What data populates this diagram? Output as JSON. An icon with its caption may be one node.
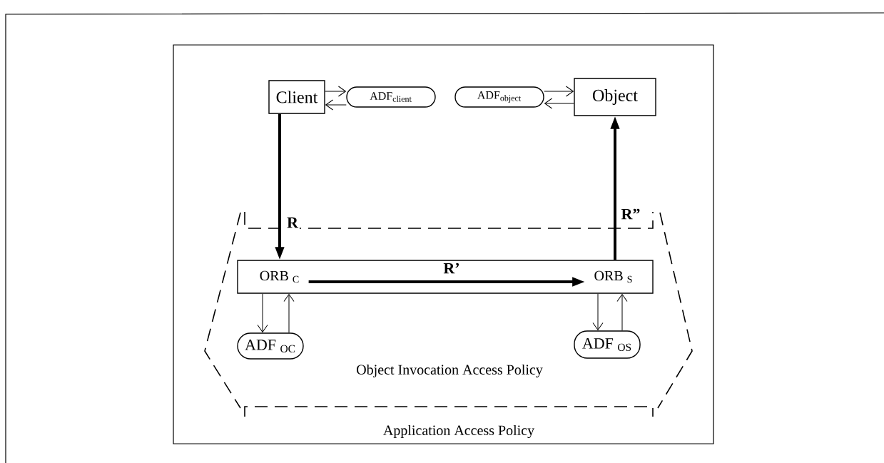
{
  "diagram": {
    "nodes": [
      {
        "text": [
          "Application Access Policy"
        ]
      },
      {
        "text": [
          "Object Invocation Access Policy"
        ],
        "in": 0
      },
      {
        "text": [
          "Client"
        ],
        "in": 0
      },
      {
        "text": [
          "ADF$_{client}$"
        ],
        "in": 0
      },
      {
        "text": [
          "ADF$_{object}$"
        ],
        "in": 0
      },
      {
        "text": [
          "Object"
        ],
        "in": 0
      },
      {
        "text": [],
        "shape": "box",
        "in": 1
      },
      {
        "text": [
          "ORB $_{C}$"
        ],
        "in": 6
      },
      {
        "text": [
          "ORB $_{S}$"
        ],
        "in": 6
      },
      {
        "text": [
          "ADF $_{OC}$"
        ],
        "in": 1
      },
      {
        "text": [
          "ADF $_{OS}$"
        ],
        "in": 1
      }
    ],
    "edges": [
      {
        "from": 2,
        "to": 3,
        "arrow": "to"
      },
      {
        "from": 3,
        "to": 2,
        "arrow": "to"
      },
      {
        "from": 4,
        "to": 5,
        "arrow": "to"
      },
      {
        "from": 5,
        "to": 4,
        "arrow": "to"
      },
      {
        "from": 2,
        "to": 6,
        "arrow": "to",
        "label": "R",
        "style": "thick"
      },
      {
        "from": 7,
        "to": 8,
        "arrow": "to",
        "label": "R’",
        "style": "thick"
      },
      {
        "from": 6,
        "to": 5,
        "arrow": "to",
        "label": "R”",
        "style": "thick"
      },
      {
        "from": 6,
        "to": 9,
        "arrow": "to"
      },
      {
        "from": 9,
        "to": 6,
        "arrow": "to"
      },
      {
        "from": 6,
        "to": 10,
        "arrow": "to"
      },
      {
        "from": 10,
        "to": 6,
        "arrow": "to"
      }
    ]
  }
}
